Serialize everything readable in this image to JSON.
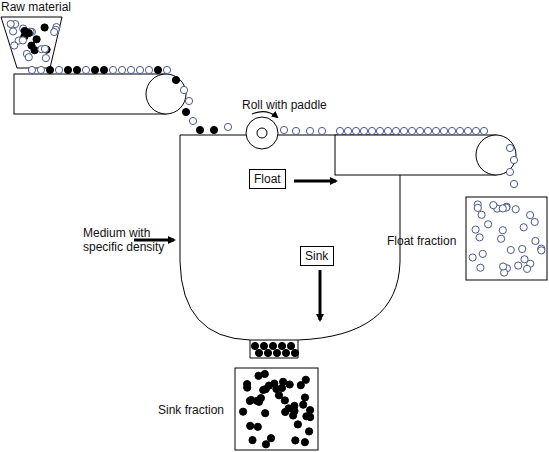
{
  "diagram": {
    "nodes": [
      {
        "text": [
          "Float"
        ]
      },
      {
        "text": [
          "Sink"
        ]
      }
    ],
    "labels": [
      "Raw material",
      "Roll with paddle",
      "Medium with specific density",
      "Float fraction",
      "Sink fraction"
    ]
  }
}
